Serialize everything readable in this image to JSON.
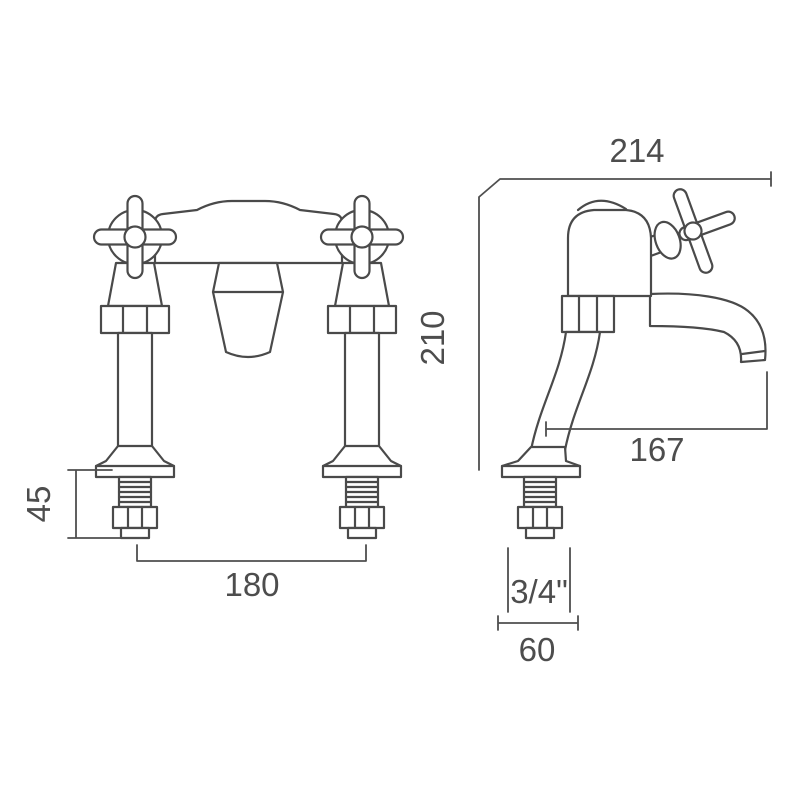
{
  "diagram": {
    "kind": "tap-dimension-drawing",
    "line_color": "#4a4a4a",
    "text_color": "#4d4d4d",
    "dimensions": {
      "top_width": "214",
      "overall_height": "210",
      "spout_projection": "167",
      "thread_length": "45",
      "tap_centres": "180",
      "thread_size": "3/4\"",
      "base_width": "60"
    }
  }
}
